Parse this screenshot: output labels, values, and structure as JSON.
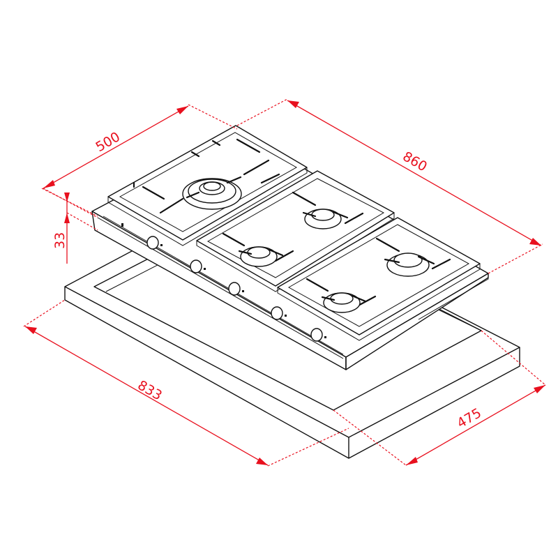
{
  "diagram": {
    "subject": "Gas cooktop with 5 burners – installation dimensions",
    "units": "mm",
    "colors": {
      "dimension_lines": "#e8101e",
      "outline": "#111111",
      "background": "#ffffff"
    },
    "dimensions": {
      "depth_label": "500",
      "width_label": "860",
      "height_label": "33",
      "cutout_width_label": "833",
      "cutout_depth_label": "475"
    },
    "appliance": {
      "burner_count": 5,
      "knob_count": 5,
      "grate_count": 3
    }
  }
}
